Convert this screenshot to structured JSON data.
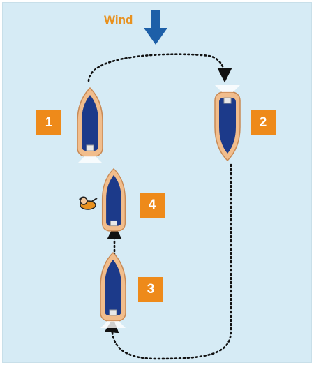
{
  "wind": {
    "label": "Wind"
  },
  "steps": [
    {
      "number": "1"
    },
    {
      "number": "2"
    },
    {
      "number": "3"
    },
    {
      "number": "4"
    }
  ],
  "colors": {
    "background": "#d6ebf5",
    "badge": "#ee8a1a",
    "wind_text": "#e8911f",
    "wind_arrow": "#1d5fa8",
    "hull": "#f1bd8c",
    "deck": "#1c3a8a"
  },
  "icons": [
    "wind-arrow-icon",
    "inflatable-boat-icon",
    "person-in-water-icon",
    "dotted-path-arrow-icon"
  ]
}
